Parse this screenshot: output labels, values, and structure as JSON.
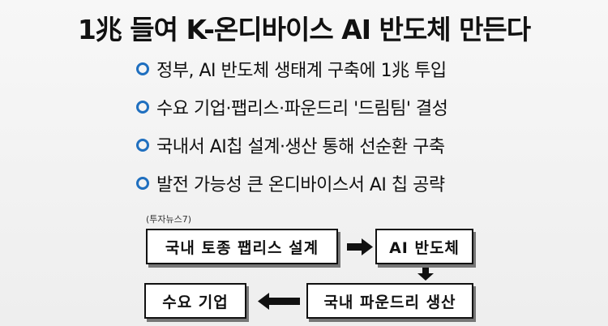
{
  "title": "1兆 들여 K-온디바이스 AI 반도체 만든다",
  "bullets": [
    "정부, AI 반도체 생태계 구축에 1兆 투입",
    "수요 기업·팹리스·파운드리 '드림팀' 결성",
    "국내서 AI칩 설계·생산 통해 선순환 구축",
    "발전 가능성 큰 온디바이스서 AI 칩 공략"
  ],
  "bullet_icon": "ring-bullet-icon",
  "accent_color": "#1f6fbf",
  "diagram": {
    "source": "(투자뉴스7)",
    "boxes": [
      "국내 토종 팹리스 설계",
      "AI 반도체",
      "국내 파운드리 생산",
      "수요 기업"
    ],
    "arrow_icons": [
      "arrow-right-icon",
      "arrow-down-icon",
      "arrow-left-icon"
    ]
  }
}
